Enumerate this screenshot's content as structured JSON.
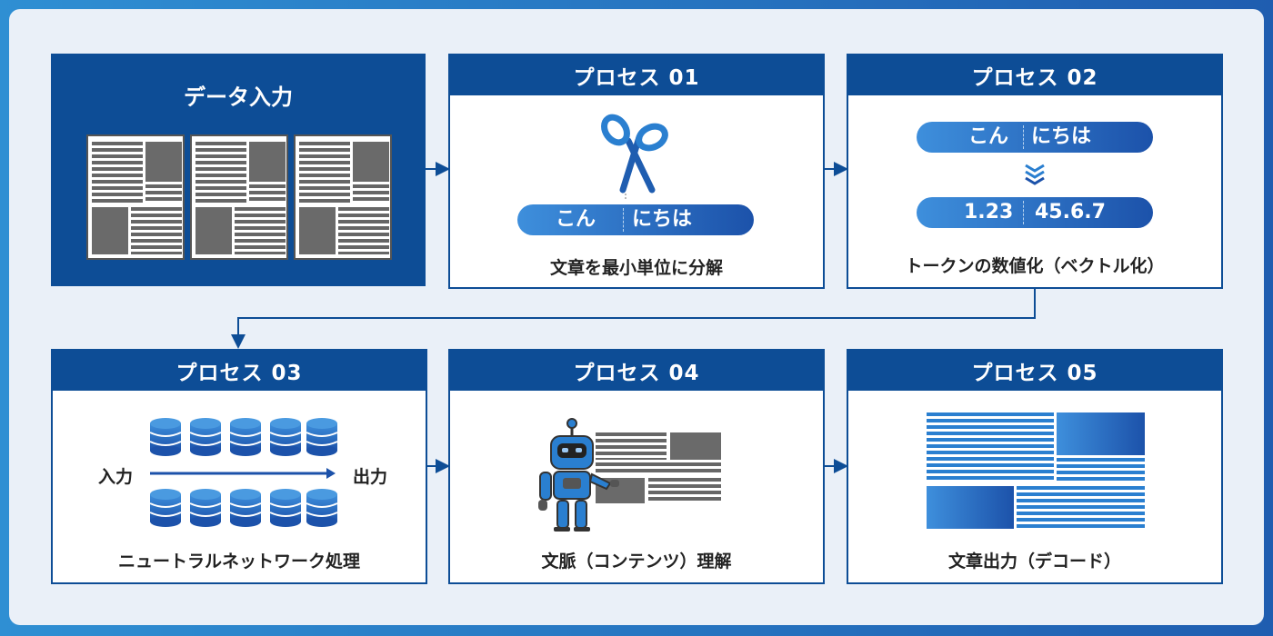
{
  "input_box": {
    "title": "データ入力"
  },
  "process01": {
    "title": "プロセス 01",
    "pill_left": "こん",
    "pill_right": "にちは",
    "caption": "文章を最小単位に分解"
  },
  "process02": {
    "title": "プロセス 02",
    "pill_top_left": "こん",
    "pill_top_right": "にちは",
    "pill_bottom_left": "1.23",
    "pill_bottom_right": "45.6.7",
    "caption": "トークンの数値化（ベクトル化）"
  },
  "process03": {
    "title": "プロセス 03",
    "label_in": "入力",
    "label_out": "出力",
    "caption": "ニュートラルネットワーク処理"
  },
  "process04": {
    "title": "プロセス 04",
    "caption": "文脈（コンテンツ）理解"
  },
  "process05": {
    "title": "プロセス 05",
    "caption": "文章出力（デコード）"
  },
  "colors": {
    "primary": "#0d4d96",
    "accent": "#2f8fd3",
    "background": "#eaf0f8"
  }
}
